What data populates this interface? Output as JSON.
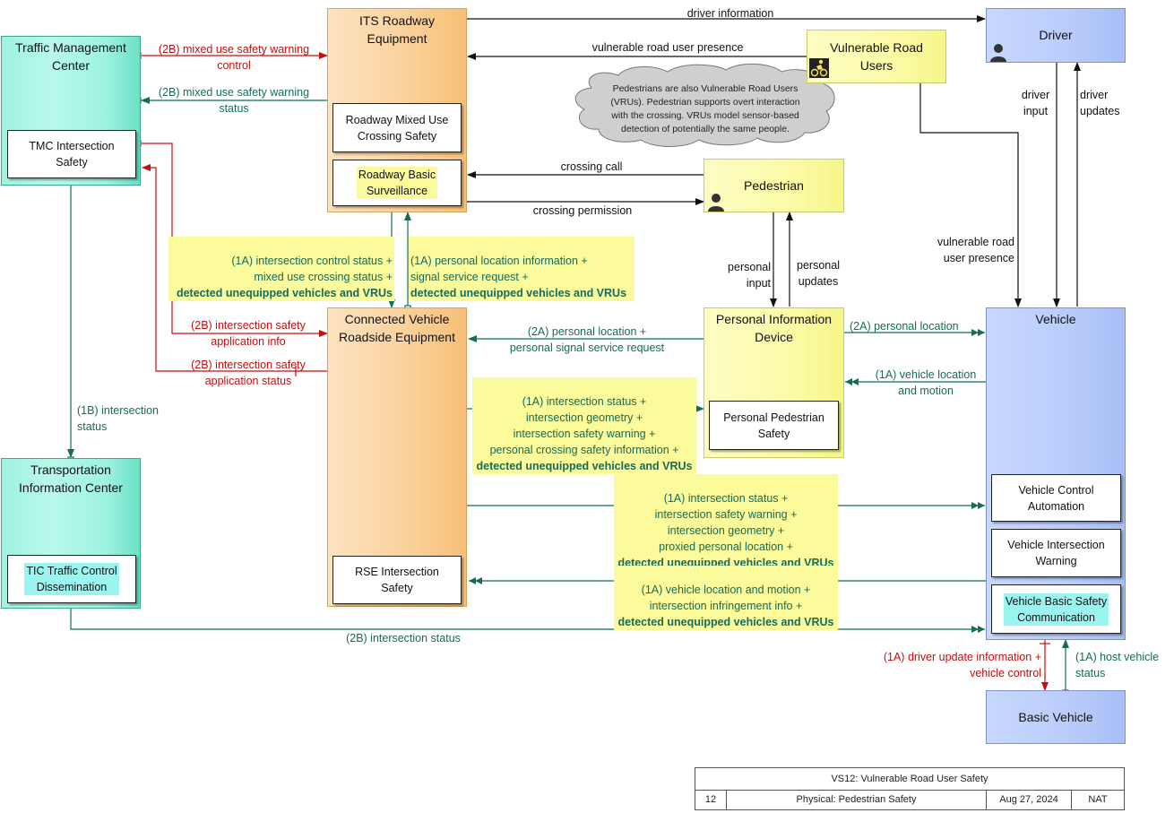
{
  "colors": {
    "teal_flow": "#156c5a",
    "red_flow": "#c01010",
    "black_flow": "#111111",
    "label_highlight": "#fbfb9b",
    "subsystem_highlight": "#9af5f0"
  },
  "nodes": {
    "tmc": {
      "title": "Traffic Management\nCenter",
      "sub": "TMC Intersection\nSafety"
    },
    "its": {
      "title": "ITS Roadway\nEquipment",
      "sub1": "Roadway Mixed Use\nCrossing Safety",
      "sub2": "Roadway Basic\nSurveillance"
    },
    "vru": {
      "title": "Vulnerable Road\nUsers",
      "icon": "cyclist-icon"
    },
    "driver": {
      "title": "Driver",
      "icon": "person-icon"
    },
    "pedestrian": {
      "title": "Pedestrian",
      "icon": "person-icon"
    },
    "cvre": {
      "title": "Connected Vehicle\nRoadside Equipment",
      "sub": "RSE Intersection\nSafety"
    },
    "pid": {
      "title": "Personal Information\nDevice",
      "sub": "Personal Pedestrian\nSafety"
    },
    "vehicle": {
      "title": "Vehicle",
      "sub1": "Vehicle Control\nAutomation",
      "sub2": "Vehicle Intersection\nWarning",
      "sub3": "Vehicle Basic Safety\nCommunication"
    },
    "tic": {
      "title": "Transportation\nInformation Center",
      "sub": "TIC Traffic Control\nDissemination"
    },
    "basic": {
      "title": "Basic Vehicle"
    }
  },
  "cloud_note": "Pedestrians are also Vulnerable Road Users\n(VRUs).  Pedestrian supports overt interaction\nwith the crossing.  VRUs model sensor-based\ndetection of potentially the same people.",
  "flows": {
    "driver_information": "driver information",
    "vru_presence_its": "vulnerable road user presence",
    "tmc_warn_control": "(2B) mixed use safety warning\ncontrol",
    "tmc_warn_status": "(2B) mixed use safety warning\nstatus",
    "crossing_call": "crossing call",
    "crossing_permission": "crossing permission",
    "driver_input": "driver\ninput",
    "driver_updates": "driver\nupdates",
    "vru_presence_vehicle": "vulnerable road\nuser presence",
    "its_to_cvre_plain": "(1A) intersection control status +\nmixed use crossing status +",
    "its_to_cvre_bold": "detected unequipped vehicles and VRUs",
    "cvre_to_its_plain": "(1A) personal location information +\nsignal service request +",
    "cvre_to_its_bold": "detected unequipped vehicles and VRUs",
    "personal_input": "personal\ninput",
    "personal_updates": "personal\nupdates",
    "tmc_app_info": "(2B) intersection safety\napplication info",
    "tmc_app_status": "(2B) intersection safety\napplication status",
    "pid_to_cvre": "(2A) personal location +\npersonal signal service request",
    "pid_to_vehicle": "(2A) personal location",
    "vehicle_to_pid": "(1A) vehicle location\nand motion",
    "cvre_to_pid_plain": "(1A) intersection status +\nintersection geometry +\nintersection safety warning +\npersonal crossing safety information +",
    "cvre_to_pid_bold": "detected unequipped vehicles and VRUs",
    "tmc_to_tic": "(1B) intersection\nstatus",
    "cvre_to_vehicle_plain": "(1A) intersection status +\nintersection safety warning +\nintersection geometry +\nproxied personal location +",
    "cvre_to_vehicle_bold": "detected unequipped vehicles and VRUs",
    "vehicle_to_cvre_plain": "(1A) vehicle location and motion +\nintersection infringement info +",
    "vehicle_to_cvre_bold": "detected unequipped vehicles and VRUs",
    "tic_to_vehicle": "(2B) intersection status",
    "driver_update_info": "(1A) driver update information +\nvehicle control",
    "host_vehicle_status": "(1A) host vehicle\nstatus"
  },
  "footer": {
    "title": "VS12: Vulnerable Road User Safety",
    "num": "12",
    "view": "Physical: Pedestrian Safety",
    "date": "Aug 27, 2024",
    "tag": "NAT"
  }
}
